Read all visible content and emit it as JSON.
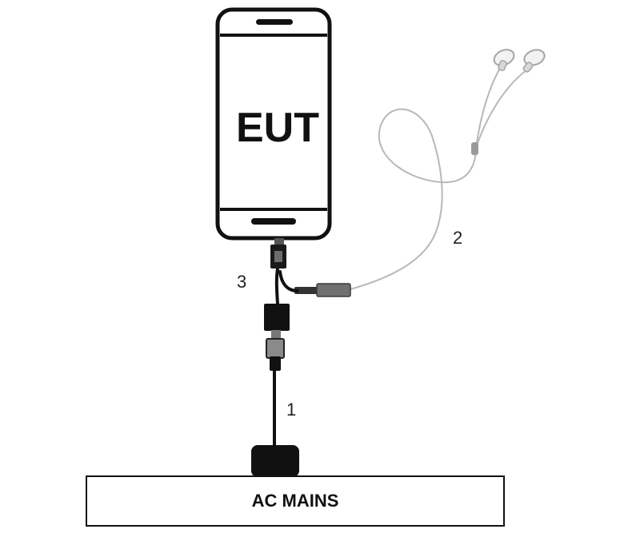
{
  "diagram": {
    "eut_label": "EUT",
    "mains_label": "AC MAINS",
    "callouts": [
      "1",
      "2",
      "3"
    ]
  }
}
